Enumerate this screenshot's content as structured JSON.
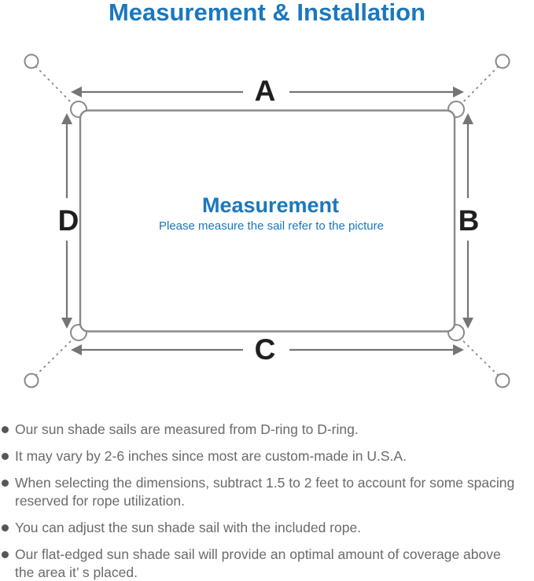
{
  "title": "Measurement & Installation",
  "diagram": {
    "labels": {
      "top": "A",
      "right": "B",
      "bottom": "C",
      "left": "D"
    },
    "center_title": "Measurement",
    "center_subtitle": "Please measure the sail refer to the picture"
  },
  "notes": {
    "items": [
      "Our sun shade sails are measured from D-ring to D-ring.",
      "It may vary by 2-6 inches since most are custom-made in U.S.A.",
      "When selecting the dimensions, subtract 1.5 to 2 feet to account for some spacing\nreserved for rope utilization.",
      "You can adjust the sun shade sail with the included rope.",
      "Our flat-edged sun shade sail will provide an optimal amount of coverage above\nthe area it’ s placed."
    ]
  },
  "colors": {
    "accent-blue": "#1a78bd",
    "line-gray": "#8a8a8a",
    "arrow-gray": "#757575",
    "label-black": "#1f1f1f",
    "note-gray": "#6a6a6a",
    "bullet-gray": "#565656"
  }
}
